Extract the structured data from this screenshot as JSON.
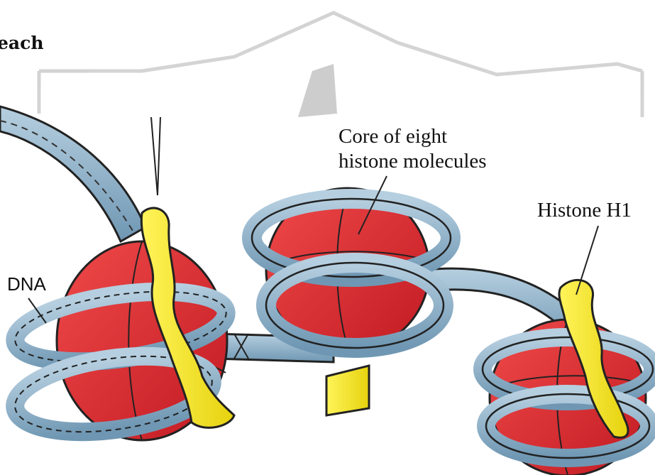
{
  "labels": {
    "top_fragment": "each",
    "core_line1": "Core of eight",
    "core_line2": "histone molecules",
    "histone_h1": "Histone H1",
    "dna": "DNA"
  },
  "colors": {
    "histone_core": "#d9262c",
    "dna_fiber": "#8ab0c8",
    "histone_h1": "#f5e623",
    "outline": "#1a1a1a"
  }
}
